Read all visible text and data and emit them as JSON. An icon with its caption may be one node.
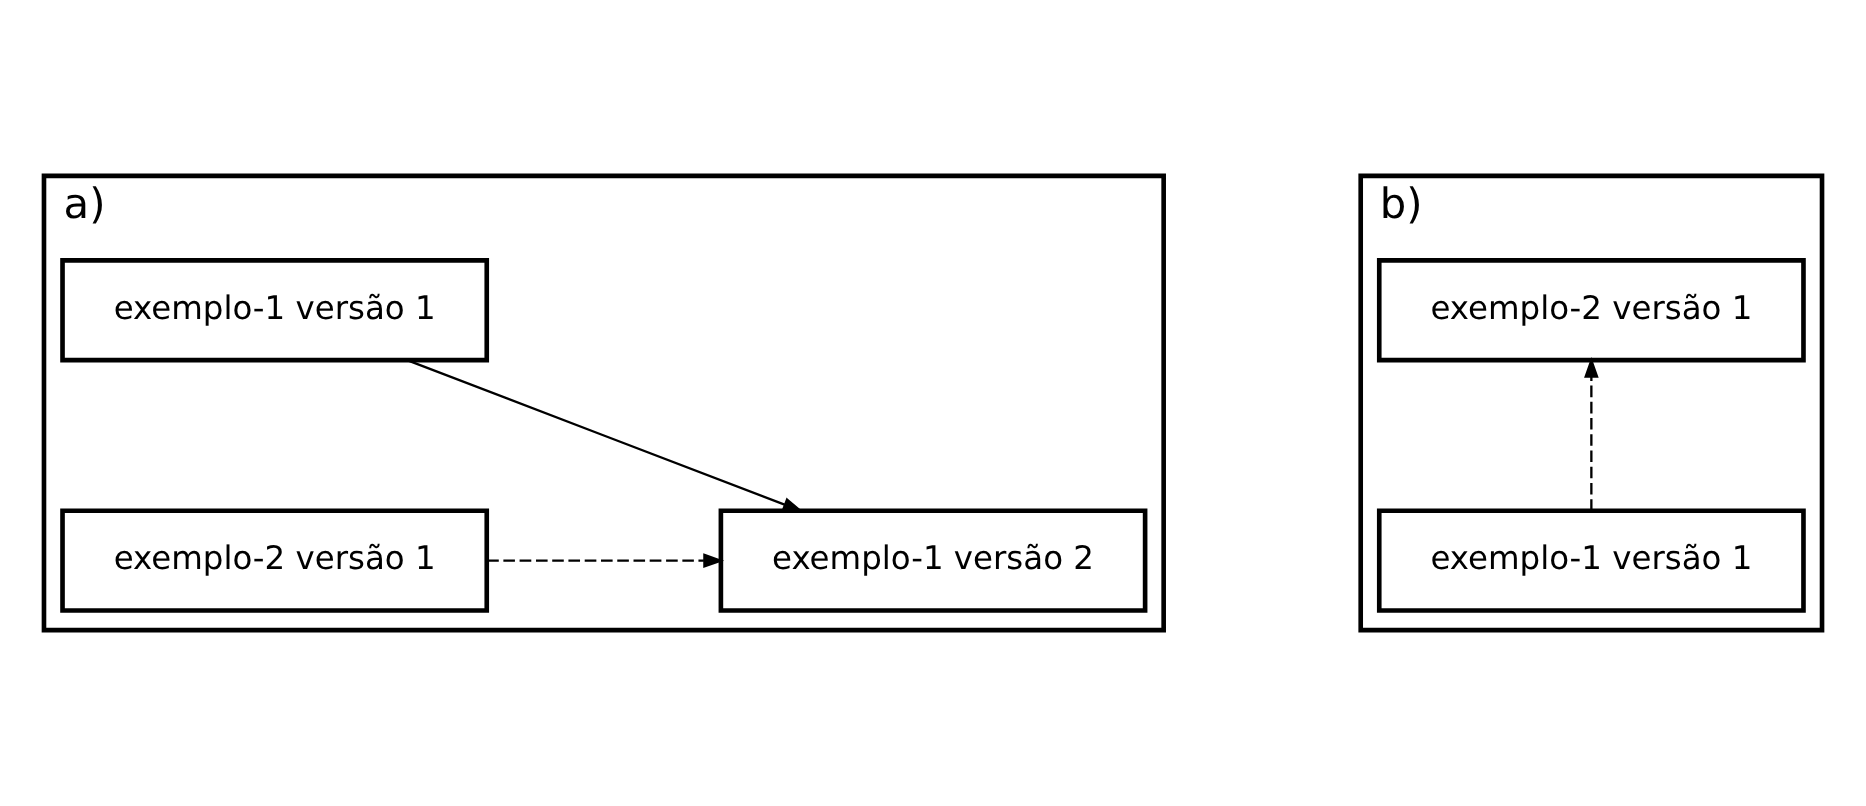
{
  "diagram": {
    "nodes": [
      {
        "text": [
          "a)"
        ]
      },
      {
        "text": [
          "exemplo-1 versão 1"
        ],
        "in": 0
      },
      {
        "text": [
          "exemplo-2 versão 1"
        ],
        "in": 0
      },
      {
        "text": [
          "exemplo-1 versão 2"
        ],
        "in": 0
      },
      {
        "text": [
          "b)"
        ]
      },
      {
        "text": [
          "exemplo-1 versão 1"
        ],
        "in": 4
      },
      {
        "text": [
          "exemplo-2 versão 1"
        ],
        "in": 4
      }
    ],
    "edges": [
      {
        "from": 1,
        "to": 3,
        "arrow": "to"
      },
      {
        "from": 2,
        "to": 3,
        "arrow": "to",
        "style": "dashed"
      },
      {
        "from": 5,
        "to": 6,
        "arrow": "to",
        "style": "dashed"
      }
    ]
  }
}
